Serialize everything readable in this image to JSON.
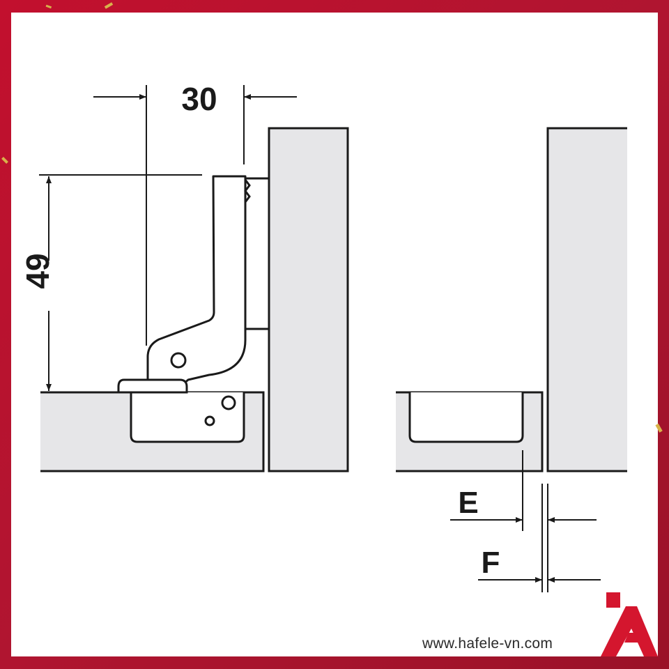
{
  "dimensions": {
    "width_label": "30",
    "height_label": "49",
    "e_label": "E",
    "f_label": "F"
  },
  "footer": {
    "website": "www.hafele-vn.com"
  },
  "colors": {
    "border": "#b8142f",
    "panel_fill": "#e6e6e8",
    "line": "#1a1a1a",
    "logo_red": "#d4162e"
  },
  "icons": {
    "logo": "hafele-logo-icon",
    "decoration": "gold-confetti-icon"
  }
}
